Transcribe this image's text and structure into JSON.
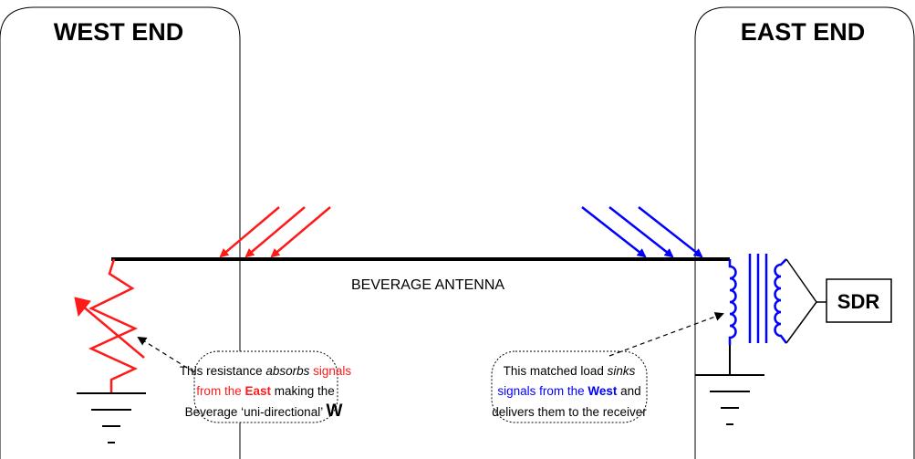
{
  "west": {
    "title": "WEST END"
  },
  "east": {
    "title": "EAST END"
  },
  "antenna": {
    "label": "BEVERAGE ANTENNA"
  },
  "sdr": {
    "label": "SDR"
  },
  "west_note": {
    "l1a": "This resistance ",
    "l1b": "absorbs",
    "l1c": " signals",
    "l2a": "from the ",
    "l2b": "East",
    "l2c": " making the",
    "l3a": "Beverage ‘uni-directional’ ",
    "l3b": "W"
  },
  "east_note": {
    "l1a": "This matched load ",
    "l1b": "sinks",
    "l2a": "signals from the ",
    "l2b": "West",
    "l2c": " and",
    "l3": "delivers them to the receiver"
  },
  "colors": {
    "east_signals": "#ff1a1a",
    "west_signals": "#0000ff",
    "wire": "#000000"
  }
}
